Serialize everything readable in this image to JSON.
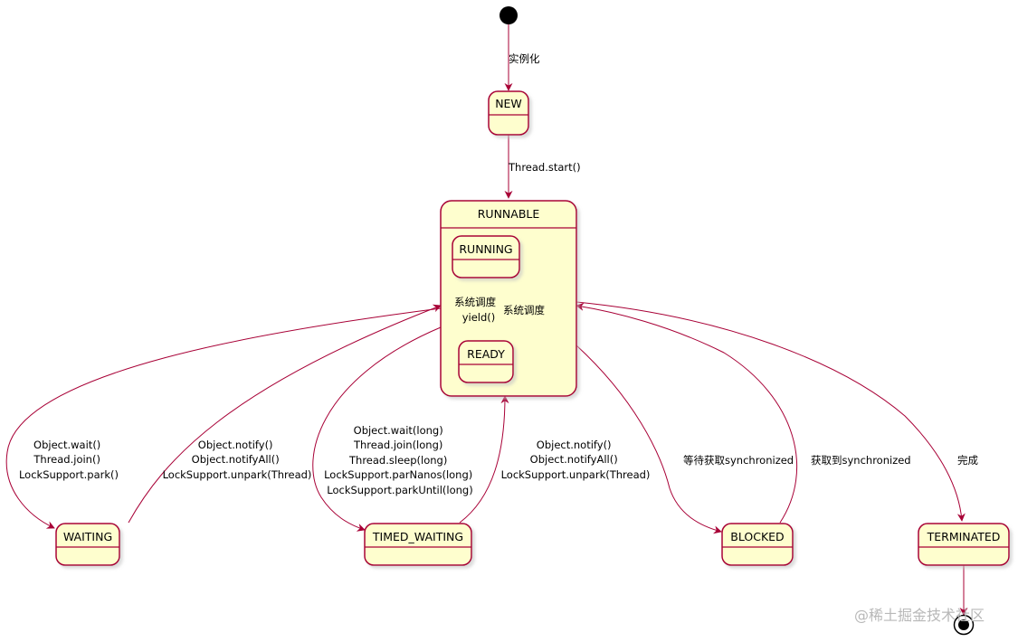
{
  "diagram": {
    "states": {
      "new": "NEW",
      "runnable": "RUNNABLE",
      "running": "RUNNING",
      "ready": "READY",
      "waiting": "WAITING",
      "timed_waiting": "TIMED_WAITING",
      "blocked": "BLOCKED",
      "terminated": "TERMINATED"
    },
    "transitions": {
      "start_to_new": "实例化",
      "new_to_runnable": "Thread.start()",
      "running_to_ready": [
        "系统调度",
        "yield()"
      ],
      "ready_to_running": "系统调度",
      "runnable_to_waiting": [
        "Object.wait()",
        "Thread.join()",
        "LockSupport.park()"
      ],
      "waiting_to_runnable": [
        "Object.notify()",
        "Object.notifyAll()",
        "LockSupport.unpark(Thread)"
      ],
      "runnable_to_timed_waiting": [
        "Object.wait(long)",
        "Thread.join(long)",
        "Thread.sleep(long)",
        "LockSupport.parNanos(long)",
        "LockSupport.parkUntil(long)"
      ],
      "timed_waiting_to_runnable": [
        "Object.notify()",
        "Object.notifyAll()",
        "LockSupport.unpark(Thread)"
      ],
      "runnable_to_blocked": "等待获取synchronized",
      "blocked_to_runnable": "获取到synchronized",
      "runnable_to_terminated": "完成"
    },
    "colors": {
      "state_fill": "#FEFECE",
      "border": "#A80036",
      "shadow": "#c8c8c8"
    }
  },
  "watermark": "@稀土掘金技术社区"
}
